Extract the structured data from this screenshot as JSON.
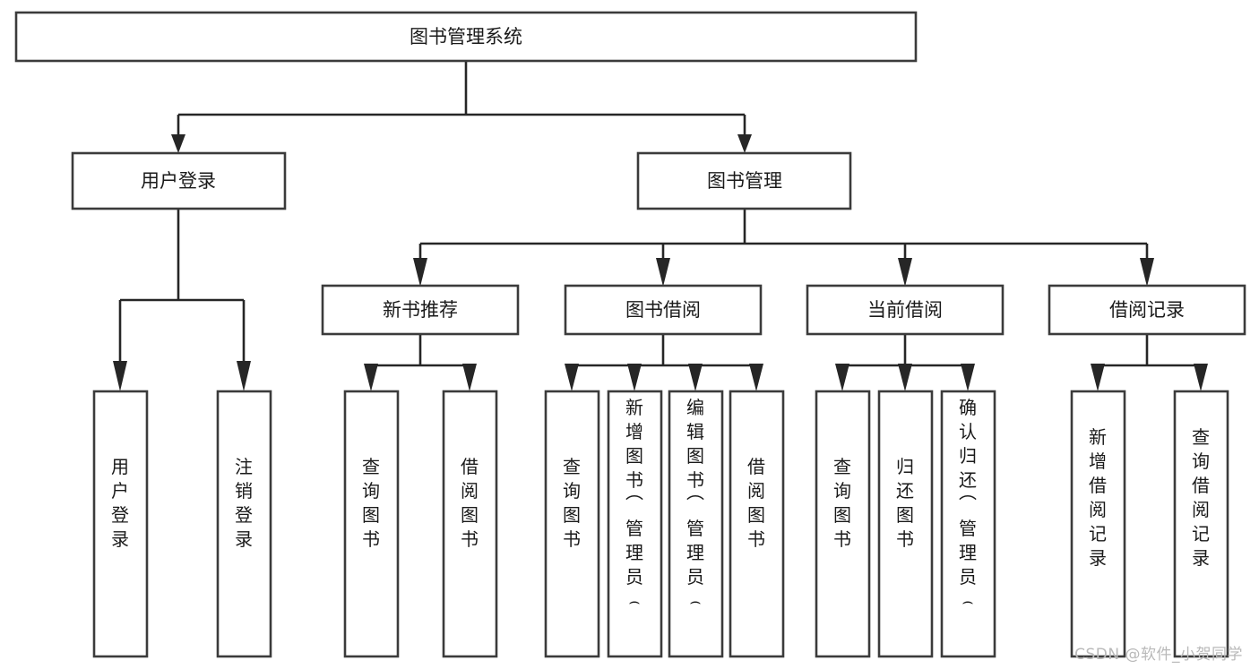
{
  "diagram": {
    "type": "tree-hierarchy",
    "title": "图书管理系统",
    "watermark": "CSDN @软件_小贺同学",
    "colors": {
      "box_stroke": "#3b3b3b",
      "connector": "#262626",
      "text": "#1a1a1a",
      "background": "#ffffff",
      "watermark": "#b9b9b9"
    },
    "root": {
      "id": "root",
      "label": "图书管理系统"
    },
    "level2": [
      {
        "id": "user-login",
        "label": "用户登录"
      },
      {
        "id": "book-management",
        "label": "图书管理"
      }
    ],
    "level3": [
      {
        "id": "new-book-recommend",
        "label": "新书推荐",
        "parent": "book-management"
      },
      {
        "id": "book-borrow",
        "label": "图书借阅",
        "parent": "book-management"
      },
      {
        "id": "current-borrow",
        "label": "当前借阅",
        "parent": "book-management"
      },
      {
        "id": "borrow-record",
        "label": "借阅记录",
        "parent": "book-management"
      }
    ],
    "leaves": {
      "user-login": [
        {
          "id": "leaf-user-login",
          "label": "用户登录"
        },
        {
          "id": "leaf-user-logout",
          "label": "注销登录"
        }
      ],
      "new-book-recommend": [
        {
          "id": "leaf-query-book-1",
          "label": "查询图书"
        },
        {
          "id": "leaf-borrow-book-1",
          "label": "借阅图书"
        }
      ],
      "book-borrow": [
        {
          "id": "leaf-query-book-2",
          "label": "查询图书"
        },
        {
          "id": "leaf-add-book",
          "label": "新增图书（管理员）"
        },
        {
          "id": "leaf-edit-book",
          "label": "编辑图书（管理员）"
        },
        {
          "id": "leaf-borrow-book-2",
          "label": "借阅图书"
        }
      ],
      "current-borrow": [
        {
          "id": "leaf-query-book-3",
          "label": "查询图书"
        },
        {
          "id": "leaf-return-book",
          "label": "归还图书"
        },
        {
          "id": "leaf-confirm-return",
          "label": "确认归还（管理员）"
        }
      ],
      "borrow-record": [
        {
          "id": "leaf-add-record",
          "label": "新增借阅记录"
        },
        {
          "id": "leaf-query-record",
          "label": "查询借阅记录"
        }
      ]
    }
  }
}
